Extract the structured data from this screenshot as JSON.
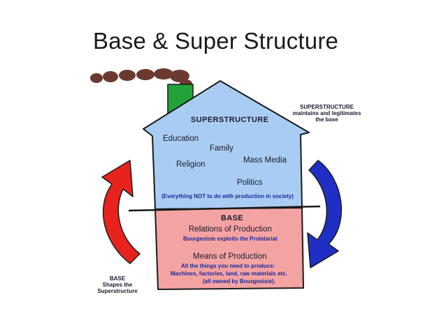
{
  "slide": {
    "title": "Base & Super Structure"
  },
  "superstructure": {
    "heading": "SUPERSTRUCTURE",
    "items": [
      "Education",
      "Family",
      "Mass Media",
      "Religion",
      "Politics"
    ],
    "note": "(Everything NOT to do with production in society)"
  },
  "base": {
    "heading": "BASE",
    "relations_title": "Relations of Production",
    "relations_note": "Bourgeoisie exploits the Proletariat",
    "means_title": "Means of Production",
    "means_line1": "All the things you need to produce:",
    "means_line2": "Machines, factories, land, raw materials etc.",
    "means_line3": "(all owned by Bourgeoisie)."
  },
  "annotations": {
    "right_line1": "SUPERSTRUCTURE",
    "right_line2": "maintains and legitimates",
    "right_line3": "the base",
    "left_line1": "BASE",
    "left_line2": "Shapes the",
    "left_line3": "Superstructure"
  },
  "colors": {
    "roof_blue": "#a9cdf2",
    "base_pink": "#f4a3a3",
    "chimney_green": "#22a33a",
    "smoke_brown": "#6b3a2e",
    "arrow_red": "#e8231e",
    "arrow_blue": "#1f2fc6"
  }
}
